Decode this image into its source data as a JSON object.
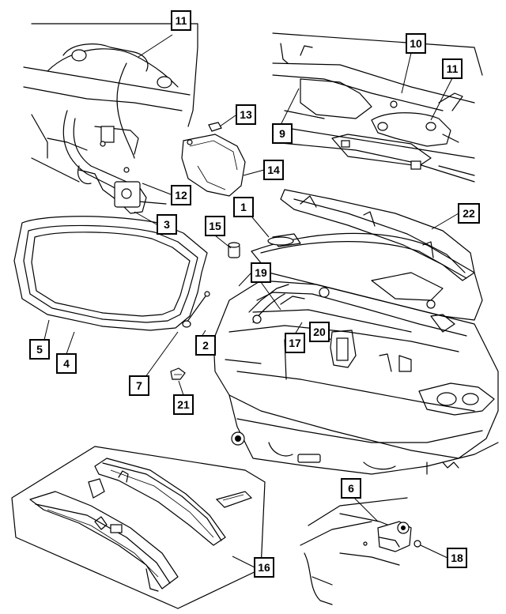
{
  "colors": {
    "line": "#000000",
    "background": "#ffffff"
  },
  "callouts": [
    {
      "id": "c11a",
      "label": "11"
    },
    {
      "id": "c13",
      "label": "13"
    },
    {
      "id": "c12",
      "label": "12"
    },
    {
      "id": "c3",
      "label": "3"
    },
    {
      "id": "c14",
      "label": "14"
    },
    {
      "id": "c1",
      "label": "1"
    },
    {
      "id": "c10",
      "label": "10"
    },
    {
      "id": "c11b",
      "label": "11"
    },
    {
      "id": "c9",
      "label": "9"
    },
    {
      "id": "c22",
      "label": "22"
    },
    {
      "id": "c15",
      "label": "15"
    },
    {
      "id": "c19",
      "label": "19"
    },
    {
      "id": "c20",
      "label": "20"
    },
    {
      "id": "c17",
      "label": "17"
    },
    {
      "id": "c2",
      "label": "2"
    },
    {
      "id": "c5",
      "label": "5"
    },
    {
      "id": "c4",
      "label": "4"
    },
    {
      "id": "c7",
      "label": "7"
    },
    {
      "id": "c21",
      "label": "21"
    },
    {
      "id": "c6",
      "label": "6"
    },
    {
      "id": "c18",
      "label": "18"
    },
    {
      "id": "c16",
      "label": "16"
    }
  ]
}
